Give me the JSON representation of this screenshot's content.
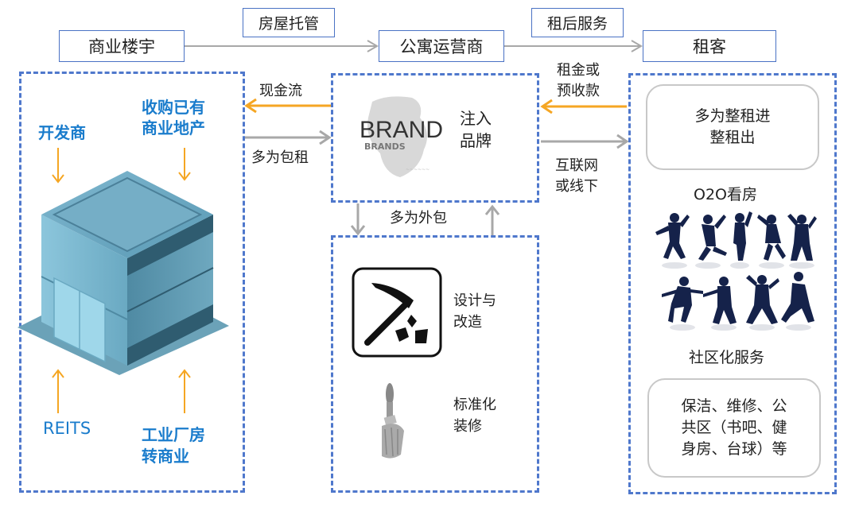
{
  "top_row": {
    "commercial_building": "商业楼宇",
    "apartment_operator": "公寓运营商",
    "tenant": "租客",
    "arrow_label_1": "房屋托管",
    "arrow_label_2": "租后服务"
  },
  "left_panel": {
    "developer": "开发商",
    "acquire_existing": [
      "收购已有",
      "商业地产"
    ],
    "reits": "REITS",
    "industrial_conversion": [
      "工业厂房",
      "转商业"
    ],
    "building_icon": "office-building-icon"
  },
  "left_middle_arrows": {
    "cash_flow": "现金流",
    "mostly_master_lease": "多为包租"
  },
  "brand_panel": {
    "brand_word": "BRAND",
    "brand_sub": "BRANDS",
    "inject_brand": [
      "注入",
      "品牌"
    ]
  },
  "middle_vertical": {
    "mostly_outsourced": "多为外包"
  },
  "services_panel": {
    "design_renovation": [
      "设计与",
      "改造"
    ],
    "standard_decoration": [
      "标准化",
      "装修"
    ]
  },
  "right_middle_arrows": {
    "rent_or_prepayment": [
      "租金或",
      "预收款"
    ],
    "online_or_offline": [
      "互联网",
      "或线下"
    ]
  },
  "tenant_panel": {
    "whole_lease": [
      "多为整租进",
      "整租出"
    ],
    "o2o_viewing": "O2O看房",
    "community_service": "社区化服务",
    "service_list": [
      "保洁、维修、公",
      "共区（书吧、健",
      "身房、台球）等"
    ]
  },
  "colors": {
    "box_border": "#4a72c4",
    "dash_border": "#4f78cc",
    "orange_arrow": "#f5a623",
    "gray_arrow": "#a8a8a8",
    "blue_label": "#1a7ccc",
    "silhouette": "#15224a"
  }
}
